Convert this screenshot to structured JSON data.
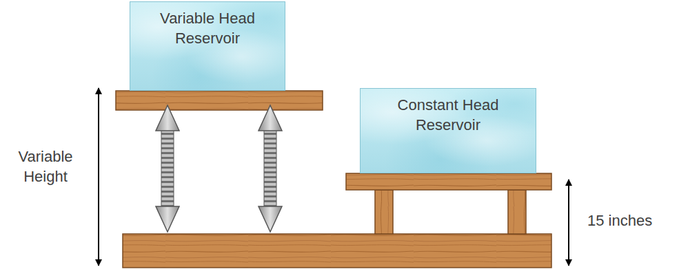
{
  "diagram": {
    "nodes": [
      {
        "text": [
          "Variable Head Reservoir"
        ]
      },
      {
        "text": [
          "Constant Head Reservoir"
        ]
      }
    ],
    "labels": [
      "Variable Height",
      "15 inches"
    ]
  }
}
